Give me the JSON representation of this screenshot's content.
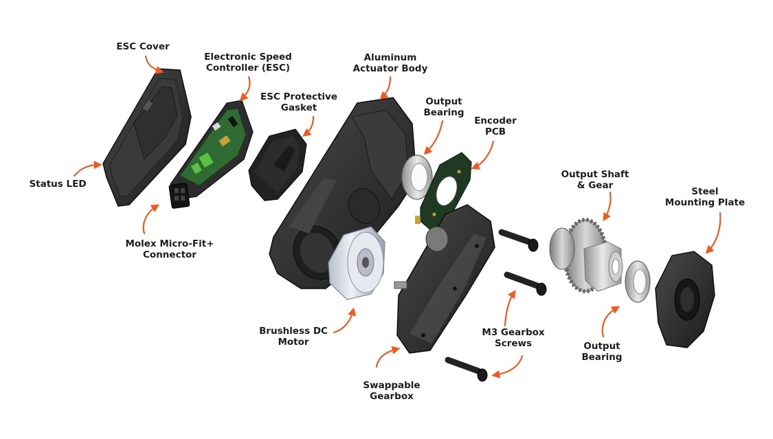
{
  "colors": {
    "arrow": "#f05a22",
    "part_dark": "#2a2a2a",
    "part_mid": "#3d3d3d",
    "part_edge": "#111111",
    "part_light": "#6a6a6a",
    "metal": "#c9c9c9",
    "motor": "#d9dde6",
    "pcb": "#1f5a2a",
    "pcb_green": "#5bbf4a",
    "gold": "#c9a13b",
    "text": "#1d1d1d"
  },
  "labels": {
    "esc_cover": [
      "ESC Cover"
    ],
    "esc": [
      "Electronic Speed",
      "Controller (ESC)"
    ],
    "aluminum_body": [
      "Aluminum",
      "Actuator Body"
    ],
    "esc_gasket": [
      "ESC Protective",
      "Gasket"
    ],
    "output_bearing_top": [
      "Output",
      "Bearing"
    ],
    "encoder_pcb": [
      "Encoder",
      "PCB"
    ],
    "output_shaft": [
      "Output Shaft",
      "& Gear"
    ],
    "mounting_plate": [
      "Steel",
      "Mounting Plate"
    ],
    "status_led": [
      "Status LED"
    ],
    "molex": [
      "Molex Micro-Fit+",
      "Connector"
    ],
    "motor": [
      "Brushless DC",
      "Motor"
    ],
    "gearbox_screws": [
      "M3 Gearbox",
      "Screws"
    ],
    "output_bearing_bottom": [
      "Output",
      "Bearing"
    ],
    "gearbox": [
      "Swappable",
      "Gearbox"
    ]
  }
}
